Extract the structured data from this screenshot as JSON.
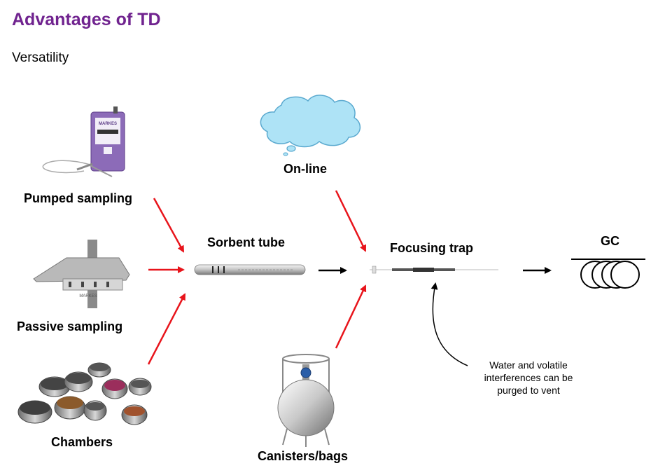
{
  "header": {
    "title": "Advantages of TD",
    "subtitle": "Versatility"
  },
  "nodes": {
    "pumped_sampling": "Pumped sampling",
    "passive_sampling": "Passive sampling",
    "chambers": "Chambers",
    "sorbent_tube": "Sorbent tube",
    "online": "On-line",
    "focusing_trap": "Focusing trap",
    "canisters_bags": "Canisters/bags",
    "gc": "GC"
  },
  "annotation": {
    "line1": "Water and volatile",
    "line2": "interferences can be",
    "line3": "purged to vent"
  },
  "device_text": {
    "pump_brand": "MARKES",
    "sampler_brand": "MARKES"
  },
  "colors": {
    "title": "#70238f",
    "red_arrow": "#e8141b",
    "black_arrow": "#000000",
    "cloud_fill": "#aee3f6",
    "cloud_stroke": "#5aa9cf"
  }
}
